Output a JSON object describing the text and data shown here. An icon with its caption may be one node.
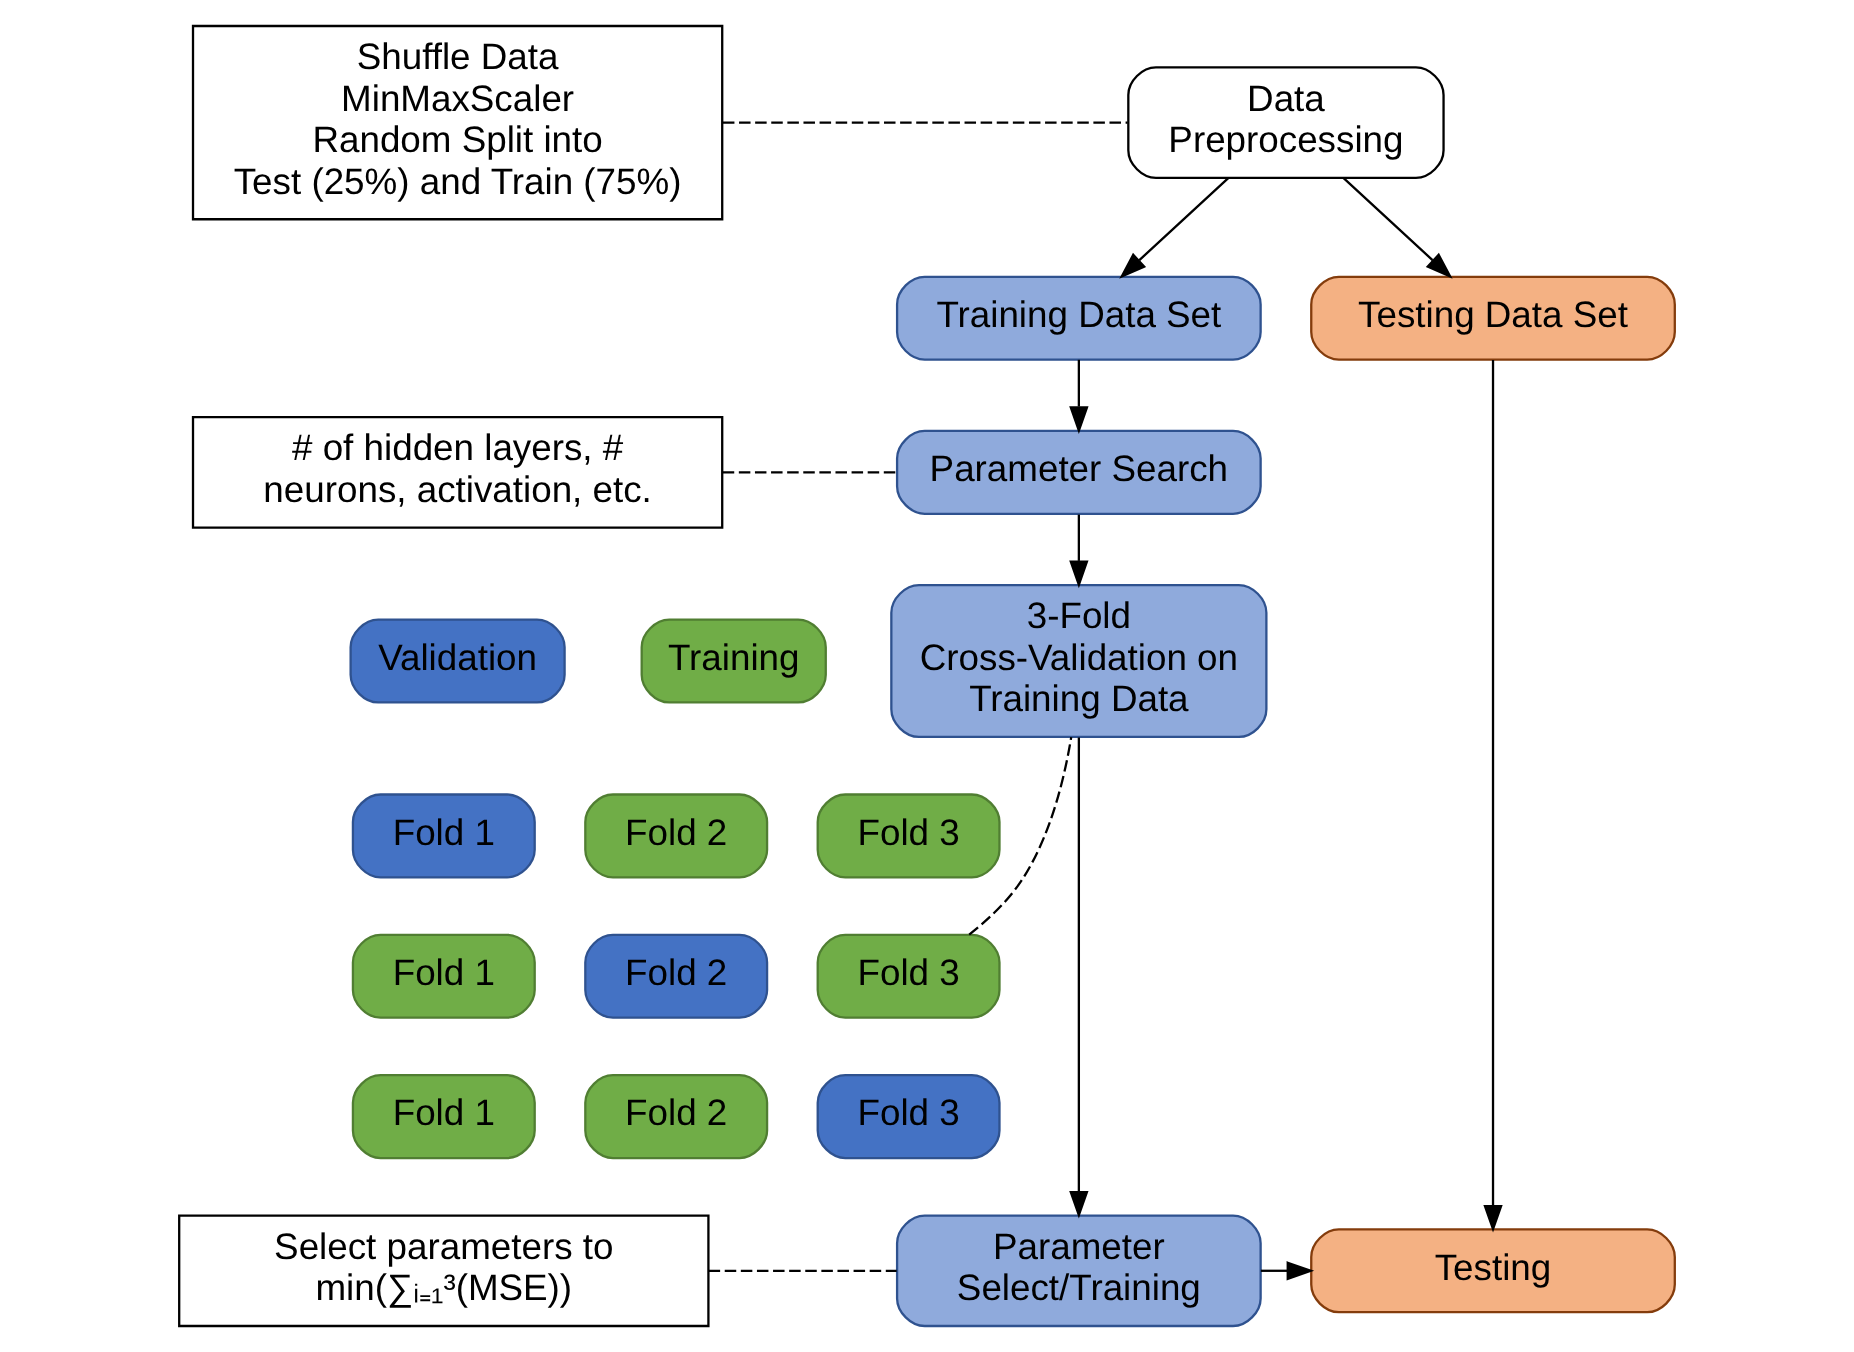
{
  "diagram": {
    "nodes": [
      {
        "text": [
          "Shuffle Data MinMaxScaler Random Split into Test (25%) and Train (75%)"
        ]
      },
      {
        "text": [
          "Data Preprocessing"
        ]
      },
      {
        "text": [
          "Training Data Set"
        ]
      },
      {
        "text": [
          "Testing Data Set"
        ]
      },
      {
        "text": [
          "# of hidden layers, # neurons, activation, etc."
        ]
      },
      {
        "text": [
          "Parameter Search"
        ]
      },
      {
        "text": [
          "Validation"
        ]
      },
      {
        "text": [
          "Training"
        ]
      },
      {
        "text": [
          "3-Fold Cross-Validation on Training Data"
        ]
      },
      {
        "text": [
          "Fold 1"
        ]
      },
      {
        "text": [
          "Fold 2"
        ]
      },
      {
        "text": [
          "Fold 3"
        ]
      },
      {
        "text": [
          "Fold 1"
        ]
      },
      {
        "text": [
          "Fold 2"
        ]
      },
      {
        "text": [
          "Fold 3"
        ]
      },
      {
        "text": [
          "Fold 1"
        ]
      },
      {
        "text": [
          "Fold 2"
        ]
      },
      {
        "text": [
          "Fold 3"
        ]
      },
      {
        "text": [
          "Select parameters to min(∑ᵢ₌₁³(MSE))"
        ]
      },
      {
        "text": [
          "Parameter Select/Training"
        ]
      },
      {
        "text": [
          "Testing"
        ]
      }
    ],
    "edges": [
      {
        "from": 0,
        "to": 1,
        "arrow": "none",
        "style": "dashed"
      },
      {
        "from": 1,
        "to": 2,
        "arrow": "to"
      },
      {
        "from": 1,
        "to": 3,
        "arrow": "to"
      },
      {
        "from": 2,
        "to": 5,
        "arrow": "to"
      },
      {
        "from": 4,
        "to": 5,
        "arrow": "none",
        "style": "dashed"
      },
      {
        "from": 5,
        "to": 8,
        "arrow": "to"
      },
      {
        "from": 14,
        "to": 8,
        "arrow": "none",
        "style": "dashed"
      },
      {
        "from": 8,
        "to": 19,
        "arrow": "to"
      },
      {
        "from": 18,
        "to": 19,
        "arrow": "none",
        "style": "dashed"
      },
      {
        "from": 19,
        "to": 20,
        "arrow": "to"
      },
      {
        "from": 3,
        "to": 20,
        "arrow": "to"
      }
    ]
  }
}
